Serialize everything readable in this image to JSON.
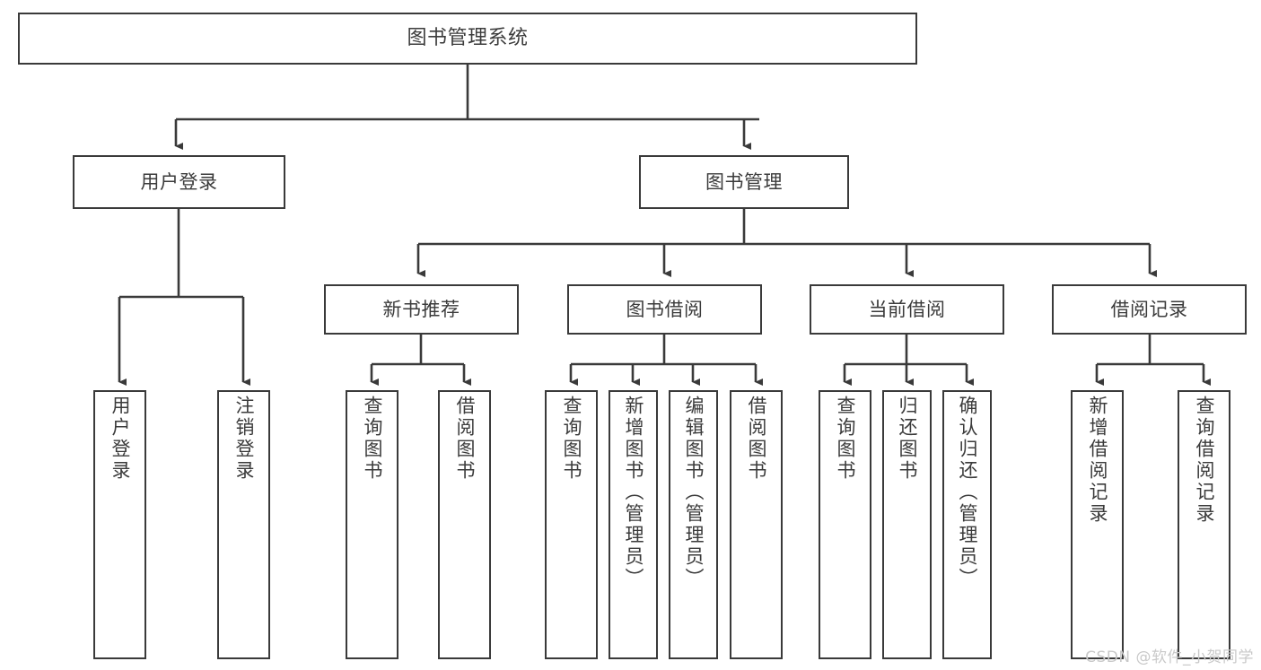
{
  "diagram": {
    "title": "图书管理系统",
    "type": "tree",
    "watermark": "CSDN @软件_小贺同学",
    "colors": {
      "stroke": "#3a3a3a",
      "text": "#3b3b3b",
      "background": "#ffffff",
      "watermark": "#c9c9c9"
    },
    "nodes": {
      "root": {
        "label": "图书管理系统",
        "level": 0
      },
      "user_login": {
        "label": "用户登录",
        "level": 1
      },
      "book_mgmt": {
        "label": "图书管理",
        "level": 1
      },
      "new_book_rec": {
        "label": "新书推荐",
        "level": 2
      },
      "book_borrow": {
        "label": "图书借阅",
        "level": 2
      },
      "current_borrow": {
        "label": "当前借阅",
        "level": 2
      },
      "borrow_record": {
        "label": "借阅记录",
        "level": 2
      },
      "leaf_user_login": {
        "label": "用户登录",
        "level": 3
      },
      "leaf_logout": {
        "label": "注销登录",
        "level": 3
      },
      "leaf_query_book_1": {
        "label": "查询图书",
        "level": 3
      },
      "leaf_borrow_book_1": {
        "label": "借阅图书",
        "level": 3
      },
      "leaf_query_book_2": {
        "label": "查询图书",
        "level": 3
      },
      "leaf_add_book": {
        "label": "新增图书（管理员）",
        "level": 3
      },
      "leaf_edit_book": {
        "label": "编辑图书（管理员）",
        "level": 3
      },
      "leaf_borrow_book_2": {
        "label": "借阅图书",
        "level": 3
      },
      "leaf_query_book_3": {
        "label": "查询图书",
        "level": 3
      },
      "leaf_return_book": {
        "label": "归还图书",
        "level": 3
      },
      "leaf_confirm_return": {
        "label": "确认归还（管理员）",
        "level": 3
      },
      "leaf_add_record": {
        "label": "新增借阅记录",
        "level": 3
      },
      "leaf_query_record": {
        "label": "查询借阅记录",
        "level": 3
      }
    },
    "edges": [
      {
        "from": "root",
        "to": "user_login"
      },
      {
        "from": "root",
        "to": "book_mgmt"
      },
      {
        "from": "user_login",
        "to": "leaf_user_login"
      },
      {
        "from": "user_login",
        "to": "leaf_logout"
      },
      {
        "from": "book_mgmt",
        "to": "new_book_rec"
      },
      {
        "from": "book_mgmt",
        "to": "book_borrow"
      },
      {
        "from": "book_mgmt",
        "to": "current_borrow"
      },
      {
        "from": "book_mgmt",
        "to": "borrow_record"
      },
      {
        "from": "new_book_rec",
        "to": "leaf_query_book_1"
      },
      {
        "from": "new_book_rec",
        "to": "leaf_borrow_book_1"
      },
      {
        "from": "book_borrow",
        "to": "leaf_query_book_2"
      },
      {
        "from": "book_borrow",
        "to": "leaf_add_book"
      },
      {
        "from": "book_borrow",
        "to": "leaf_edit_book"
      },
      {
        "from": "book_borrow",
        "to": "leaf_borrow_book_2"
      },
      {
        "from": "current_borrow",
        "to": "leaf_query_book_3"
      },
      {
        "from": "current_borrow",
        "to": "leaf_return_book"
      },
      {
        "from": "current_borrow",
        "to": "leaf_confirm_return"
      },
      {
        "from": "borrow_record",
        "to": "leaf_add_record"
      },
      {
        "from": "borrow_record",
        "to": "leaf_query_record"
      }
    ]
  }
}
